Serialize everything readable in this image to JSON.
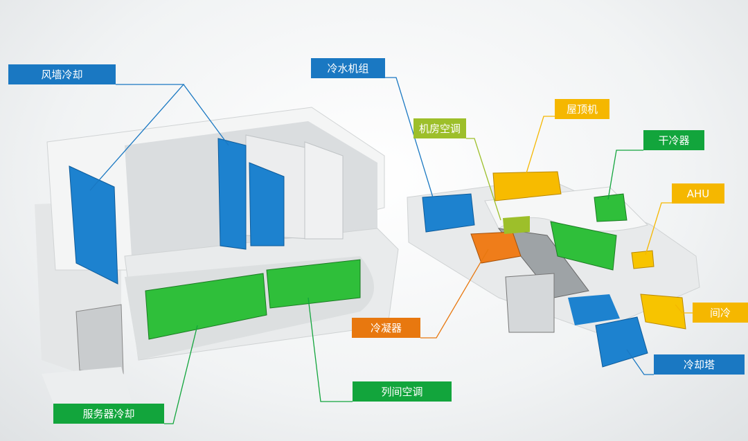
{
  "colors": {
    "blue": "#1a78c2",
    "green": "#12a53c",
    "lime": "#9dbf2a",
    "yellow": "#f5b700",
    "orange": "#e8780f"
  },
  "labels": {
    "wall_cooling": "风墙冷却",
    "chiller": "冷水机组",
    "crac": "机房空调",
    "rooftop": "屋顶机",
    "dry_cooler": "干冷器",
    "ahu": "AHU",
    "indirect": "间冷",
    "cooling_tower": "冷却塔",
    "condenser": "冷凝器",
    "inrow": "列间空调",
    "server_cooling": "服务器冷却"
  }
}
